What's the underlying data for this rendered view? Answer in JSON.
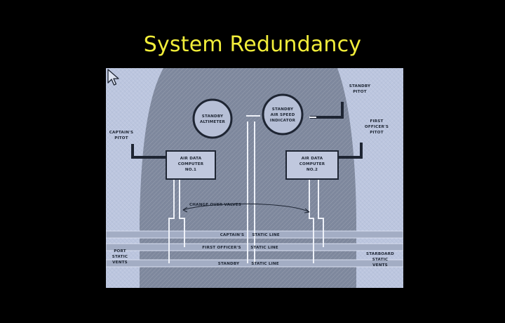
{
  "slide": {
    "title": "System Redundancy"
  },
  "diagram": {
    "labels": {
      "standby_altimeter": [
        "STANDBY",
        "ALTIMETER"
      ],
      "standby_airspeed": [
        "STANDBY",
        "AIR SPEED",
        "INDICATOR"
      ],
      "standby_pitot": [
        "STANDBY",
        "PITOT"
      ],
      "captains_pitot": [
        "CAPTAIN'S",
        "PITOT"
      ],
      "first_officers_pitot": [
        "FIRST",
        "OFFICER'S",
        "PITOT"
      ],
      "adc1": [
        "AIR DATA",
        "COMPUTER",
        "NO.1"
      ],
      "adc2": [
        "AIR DATA",
        "COMPUTER",
        "NO.2"
      ],
      "changeover_valves": "CHANGE OVER VALVES",
      "captains_static": "CAPTAIN'S",
      "first_officers_static": "FIRST OFFICER'S",
      "standby_static": "STANDBY",
      "static_line": "STATIC LINE",
      "port_static_vents": [
        "PORT",
        "STATIC",
        "VENTS"
      ],
      "starboard_static_vents": [
        "STARBOARD",
        "STATIC",
        "VENTS"
      ]
    }
  }
}
